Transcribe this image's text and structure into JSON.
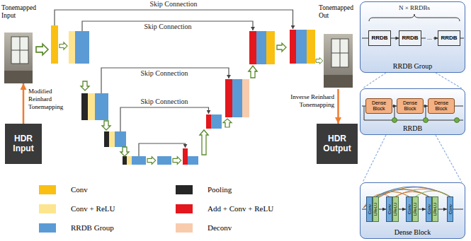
{
  "diagram": {
    "nodes": [
      {
        "text": [
          "Tonemapped Input"
        ]
      },
      {
        "text": [
          "HDR Input"
        ]
      },
      {
        "text": [
          "Tonemapped Out"
        ]
      },
      {
        "text": [
          "HDR Output"
        ]
      },
      {
        "text": [
          "RRDB Group"
        ]
      },
      {
        "text": [
          "RRDB"
        ],
        "in": 4
      },
      {
        "text": [
          "RRDB"
        ],
        "in": 4
      },
      {
        "text": [
          "RRDB"
        ],
        "in": 4
      },
      {
        "text": [
          "RRDB"
        ]
      },
      {
        "text": [
          "Dense Block"
        ],
        "in": 8
      },
      {
        "text": [
          "Dense Block"
        ],
        "in": 8
      },
      {
        "text": [
          "Dense Block"
        ],
        "in": 8
      },
      {
        "text": [
          "Dense Block"
        ]
      },
      {
        "text": [
          "Conv"
        ],
        "in": 12
      },
      {
        "text": [
          "LReLU"
        ],
        "in": 12
      },
      {
        "text": [
          "Conv"
        ],
        "in": 12
      },
      {
        "text": [
          "LReLU"
        ],
        "in": 12
      },
      {
        "text": [
          "Conv"
        ],
        "in": 12
      },
      {
        "text": [
          "LReLU"
        ],
        "in": 12
      },
      {
        "text": [
          "Conv"
        ],
        "in": 12
      },
      {
        "text": [
          "LReLU"
        ],
        "in": 12
      },
      {
        "text": [
          "Conv"
        ],
        "in": 12
      }
    ],
    "edges": [
      {
        "from": 1,
        "to": 0,
        "arrow": "to",
        "label": "Modified Reinhard Tonemapping"
      },
      {
        "from": 2,
        "to": 3,
        "arrow": "to",
        "label": "Inverse Reinhard Tonemapping"
      },
      {
        "from": 5,
        "to": 6,
        "arrow": "to"
      },
      {
        "from": 6,
        "to": 7,
        "arrow": "to",
        "label": "..."
      },
      {
        "from": 9,
        "to": 10,
        "arrow": "to"
      },
      {
        "from": 10,
        "to": 11,
        "arrow": "to"
      },
      {
        "from": 14,
        "to": 15,
        "arrow": "to"
      },
      {
        "from": 16,
        "to": 17,
        "arrow": "to"
      },
      {
        "from": 18,
        "to": 19,
        "arrow": "to"
      },
      {
        "from": 20,
        "to": 21,
        "arrow": "to"
      }
    ],
    "labels": [
      "Skip Connection",
      "Skip Connection",
      "Skip Connection",
      "Skip Connection",
      "N × RRDBs"
    ],
    "legend": [
      {
        "text": "Conv",
        "color": "#f9c013"
      },
      {
        "text": "Conv + ReLU",
        "color": "#fde58f"
      },
      {
        "text": "RRDB Group",
        "color": "#5b9bd5"
      },
      {
        "text": "Pooling",
        "color": "#262626"
      },
      {
        "text": "Add + Conv + ReLU",
        "color": "#e3171d"
      },
      {
        "text": "Deconv",
        "color": "#f8cbad"
      }
    ]
  }
}
